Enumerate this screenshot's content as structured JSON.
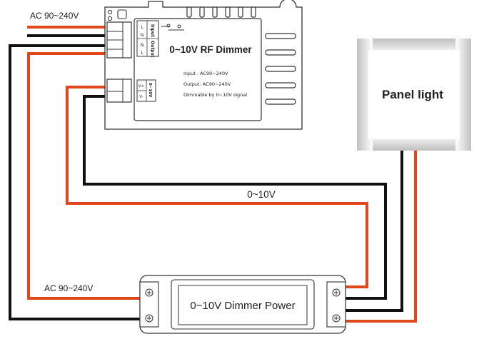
{
  "colors": {
    "wire_red": "#e0471c",
    "wire_black": "#111111",
    "outline": "#333333",
    "panel_glow": "#c9c9c9"
  },
  "labels": {
    "ac_top": "AC 90~240V",
    "ac_bottom": "AC 90~240V",
    "signal": "0~10V",
    "panel": "Panel light",
    "power": "0~10V Dimmer Power"
  },
  "dimmer": {
    "title": "0~10V RF Dimmer",
    "spec_input": "Input  : AC90~240V",
    "spec_output": "Output: AC90~240V",
    "spec_dim": "Dimmable by 0~10V signal",
    "terminals_ac": [
      "L",
      "N",
      "N",
      "L"
    ],
    "side_input": "Input",
    "side_output": "Output",
    "terminals_signal": [
      "V+",
      "V-"
    ],
    "side_signal": "0~10V"
  }
}
